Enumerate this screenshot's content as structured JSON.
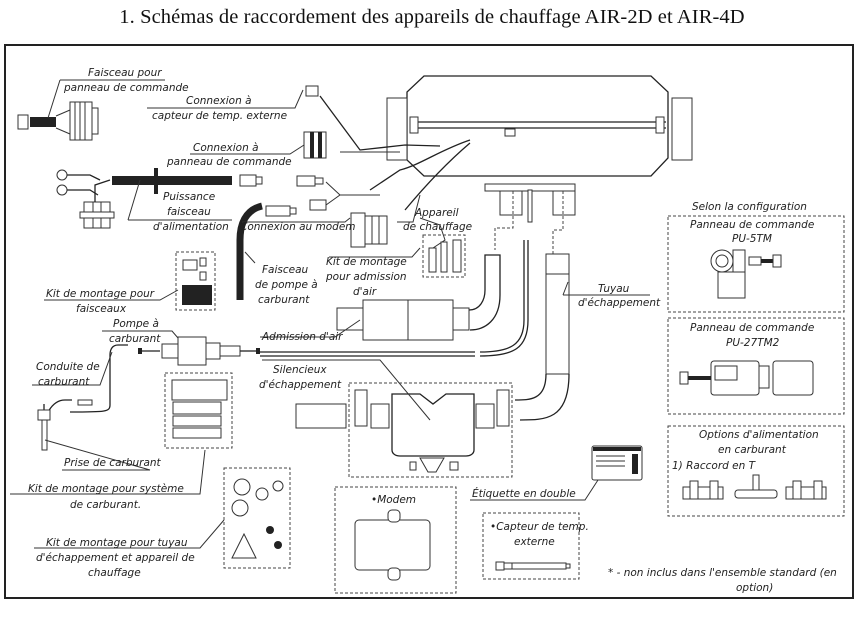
{
  "title": "1.  Schémas de raccordement des appareils de chauffage AIR-2D et AIR-4D",
  "labels": {
    "harness_panel": [
      "Faisceau pour",
      "panneau de commande"
    ],
    "conn_temp_sensor": [
      "Connexion à",
      "capteur de temp. externe"
    ],
    "conn_panel": [
      "Connexion à",
      "panneau de commande"
    ],
    "power_harness": [
      "Puissance",
      "faisceau",
      "d'alimentation"
    ],
    "conn_modem": "Connexion au modem",
    "heater": [
      "Appareil",
      "de chauffage"
    ],
    "kit_air_intake": [
      "Kit de montage",
      "pour admission",
      "d'air"
    ],
    "pump_harness": [
      "Faisceau",
      "de pompe à",
      "carburant"
    ],
    "kit_harness": [
      "Kit de montage pour",
      "faisceaux"
    ],
    "fuel_pump": [
      "Pompe à",
      "carburant"
    ],
    "air_intake": "Admission d'air",
    "fuel_line": [
      "Conduite de",
      "carburant"
    ],
    "muffler": [
      "Silencieux",
      "d'échappement"
    ],
    "exhaust_pipe": [
      "Tuyau",
      "d'échappement"
    ],
    "fuel_intake": "Prise de carburant",
    "kit_fuel_system": [
      "Kit de montage pour système",
      "de carburant."
    ],
    "kit_exhaust": [
      "Kit de montage pour tuyau",
      "d'échappement et appareil de",
      "chauffage"
    ],
    "modem": "•Modem",
    "duplicate_label": "Étiquette en double",
    "ext_temp_sensor": [
      "•Capteur de temp.",
      "externe"
    ],
    "footnote": [
      "* - non inclus dans l'ensemble standard (en",
      "option)"
    ]
  },
  "options": {
    "config_title": "Selon la configuration",
    "panel_pu5tm": [
      "Panneau de commande",
      "PU-5TM"
    ],
    "panel_pu27tm2": [
      "Panneau de commande",
      "PU-27TM2"
    ],
    "fuel_options": [
      "Options d'alimentation",
      "en carburant"
    ],
    "tee_fitting": "1) Raccord en T"
  }
}
